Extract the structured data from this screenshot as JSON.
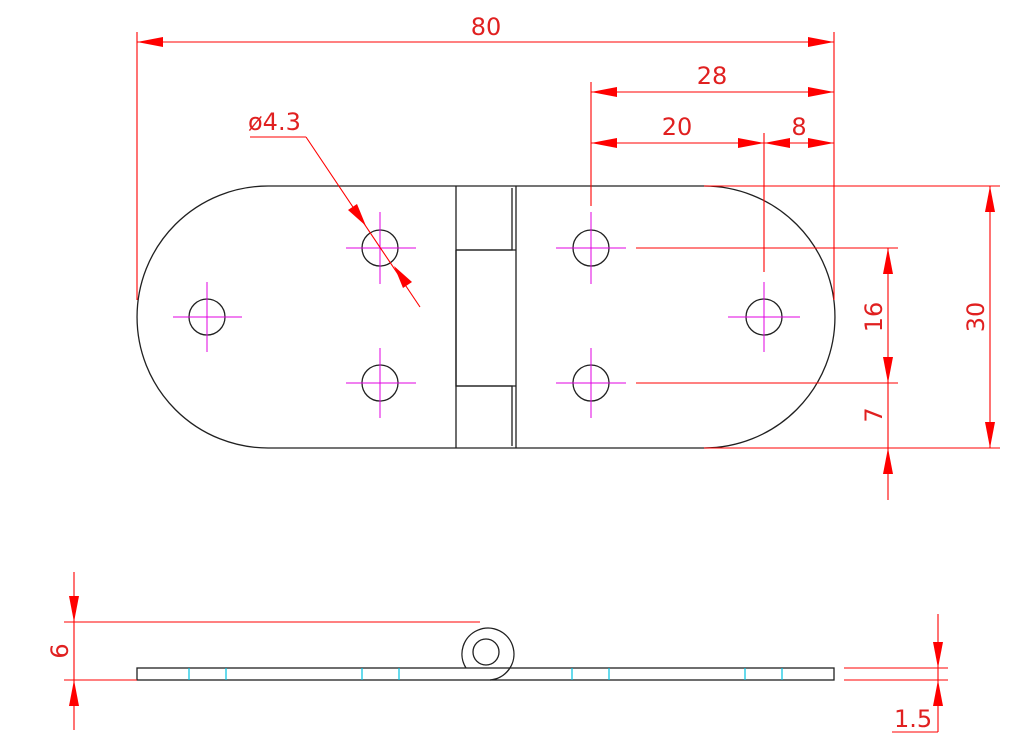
{
  "drawing": {
    "dimensions": {
      "overall_length": "80",
      "offset_28": "28",
      "offset_20": "20",
      "offset_8": "8",
      "hole_diameter": "ø4.3",
      "height_30": "30",
      "spacing_16": "16",
      "offset_7": "7",
      "knuckle_6": "6",
      "thickness_1_5": "1.5"
    },
    "colors": {
      "outline": "#202020",
      "dimension": "#ff0000",
      "centerline": "#e000e0",
      "hidden_hole_marks": "#00c0e0"
    }
  }
}
